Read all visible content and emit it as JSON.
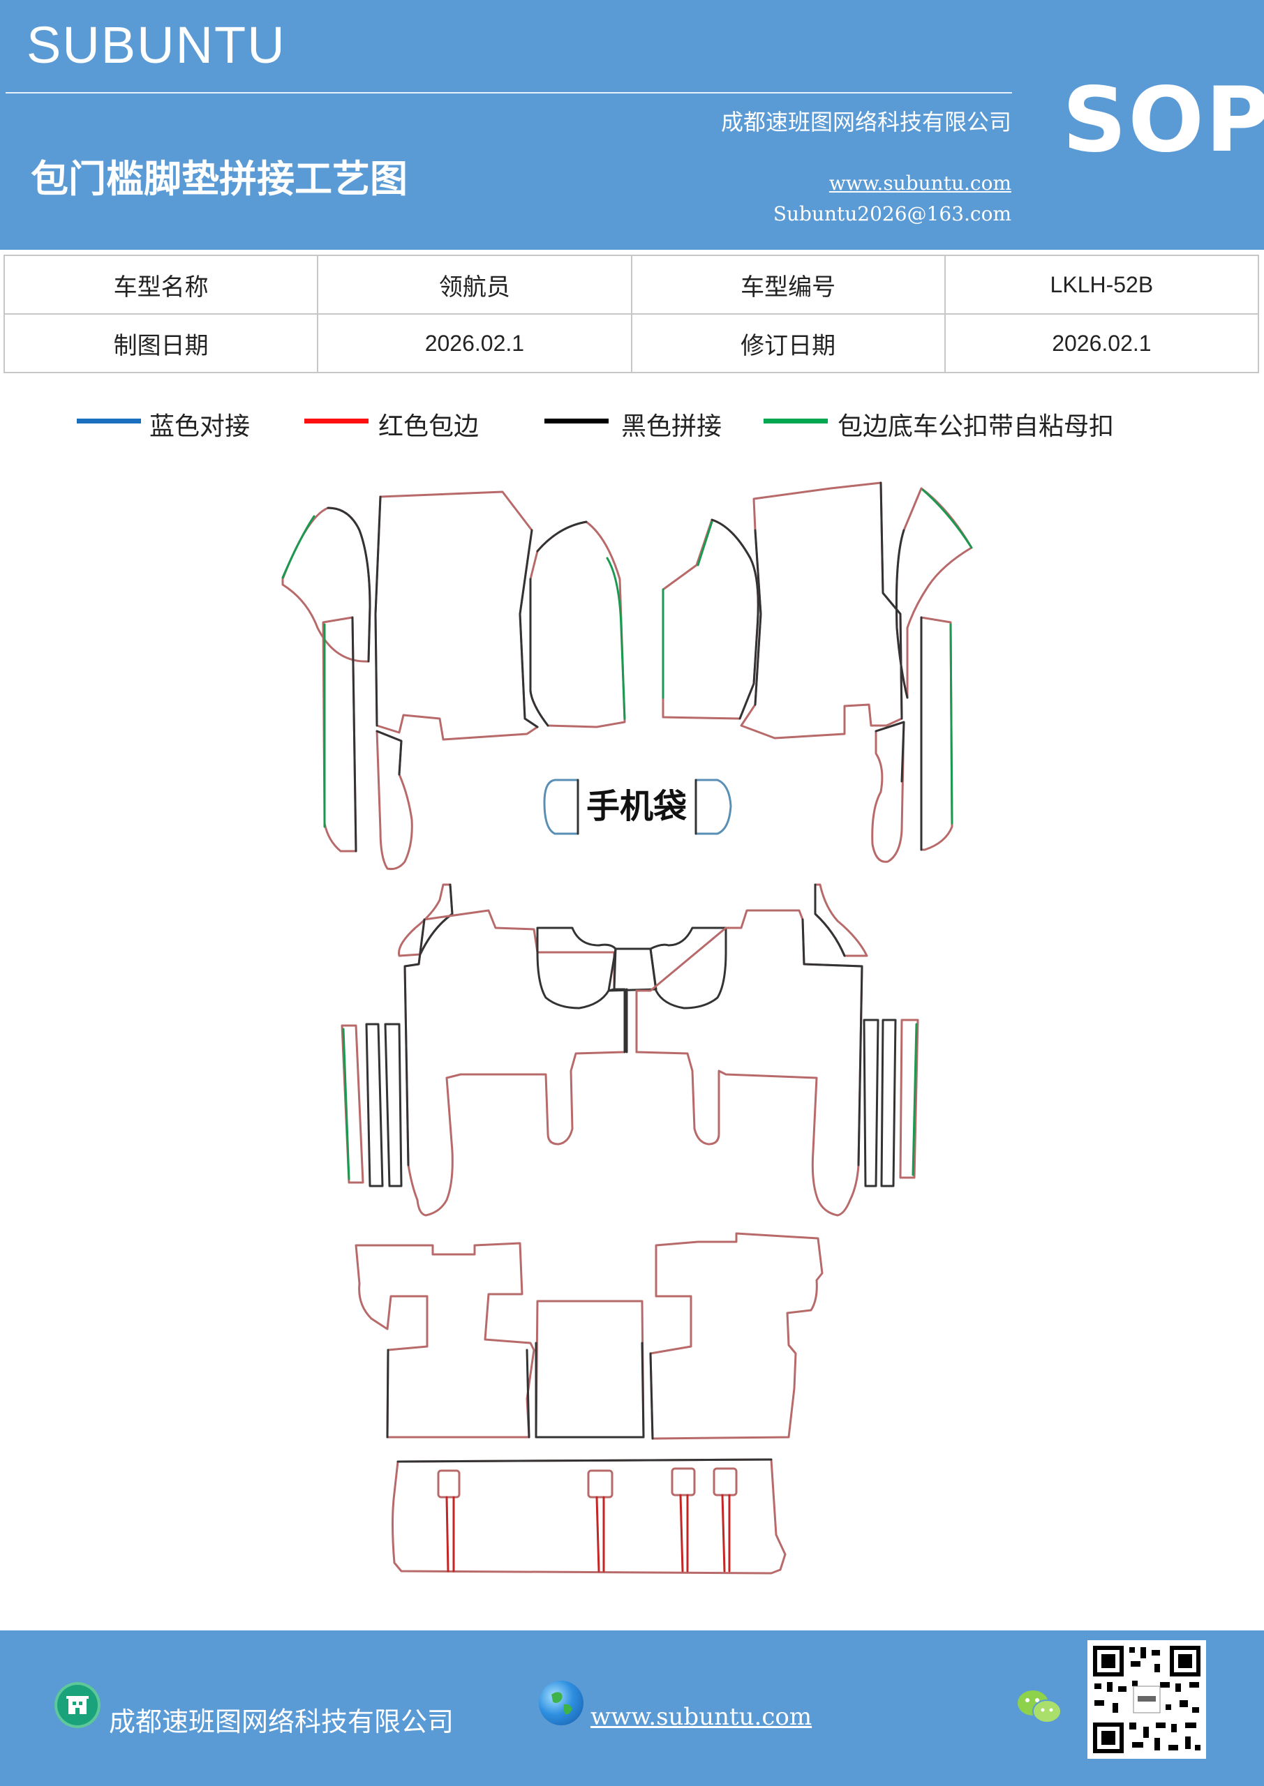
{
  "header": {
    "brand": "SUBUNTU",
    "company": "成都速班图网络科技有限公司",
    "title": "包门槛脚垫拼接工艺图",
    "website": "www.subuntu.com",
    "email": "Subuntu2026@163.com",
    "badge": "SOP",
    "background_color": "#5b9bd5"
  },
  "info_table": {
    "rows": [
      [
        "车型名称",
        "领航员",
        "车型编号",
        "LKLH-52B"
      ],
      [
        "制图日期",
        "2026.02.1",
        "修订日期",
        "2026.02.1"
      ]
    ]
  },
  "legend": [
    {
      "label": "蓝色对接",
      "color": "#1a6fbf"
    },
    {
      "label": "红色包边",
      "color": "#ff1010"
    },
    {
      "label": "黑色拼接",
      "color": "#000000"
    },
    {
      "label": "包边底车公扣带自粘母扣",
      "color": "#00a650"
    }
  ],
  "diagram": {
    "phone_pocket_label": "手机袋",
    "colors": {
      "edge_red": "#b86a6a",
      "seam_black": "#333333",
      "velcro_green": "#1a9a50",
      "butt_blue": "#5a8fb5",
      "red_seam": "#c42525"
    }
  },
  "footer": {
    "company": "成都速班图网络科技有限公司",
    "website": "www.subuntu.com",
    "building_icon": "building-icon",
    "globe_icon": "globe-icon",
    "wechat_icon": "wechat-icon",
    "qr_code": "qr-code"
  }
}
